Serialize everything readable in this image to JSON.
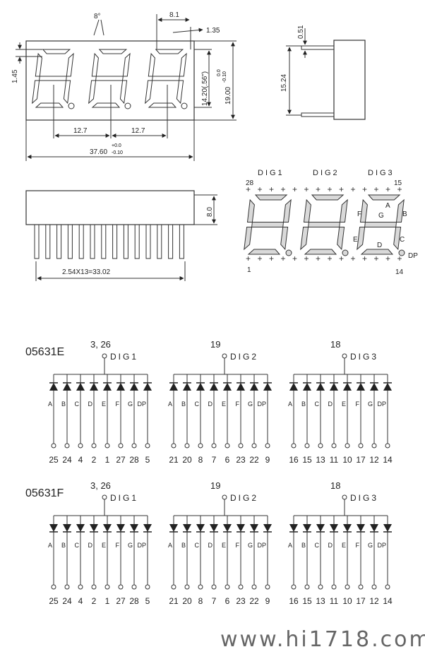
{
  "top_view": {
    "angle": "8°",
    "pitch_top": "8.1",
    "dp_offset": "1.35",
    "left_offset": "1.45",
    "digit_height": "14.20(.56\")",
    "height_tol_top": "0.0",
    "height_tol_bot": "-0.10",
    "total_height": "19.00",
    "pitch_1": "12.7",
    "pitch_2": "12.7",
    "width_tol_top": "+0.0",
    "total_width": "37.60",
    "width_tol_bot": "-0.10"
  },
  "side_view": {
    "thickness": "0.51",
    "height": "15.24"
  },
  "bottom_view": {
    "depth": "8.0",
    "pin_span": "2.54X13=33.02"
  },
  "pinout": {
    "digits": [
      "DIG1",
      "DIG2",
      "DIG3"
    ],
    "corner_tl": "28",
    "corner_tr": "15",
    "corner_bl": "1",
    "corner_br": "14",
    "seg_a": "A",
    "seg_b": "B",
    "seg_c": "C",
    "seg_d": "D",
    "seg_e": "E",
    "seg_f": "F",
    "seg_g": "G",
    "seg_dp": "DP"
  },
  "circuits": [
    {
      "part": "05631E",
      "groups": [
        {
          "common": "3, 26",
          "dig": "DIG1",
          "pins": [
            "25",
            "24",
            "4",
            "2",
            "1",
            "27",
            "28",
            "5"
          ]
        },
        {
          "common": "19",
          "dig": "DIG2",
          "pins": [
            "21",
            "20",
            "8",
            "7",
            "6",
            "23",
            "22",
            "9"
          ]
        },
        {
          "common": "18",
          "dig": "DIG3",
          "pins": [
            "16",
            "15",
            "13",
            "11",
            "10",
            "17",
            "12",
            "14"
          ]
        }
      ]
    },
    {
      "part": "05631F",
      "groups": [
        {
          "common": "3, 26",
          "dig": "DIG1",
          "pins": [
            "25",
            "24",
            "4",
            "2",
            "1",
            "27",
            "28",
            "5"
          ]
        },
        {
          "common": "19",
          "dig": "DIG2",
          "pins": [
            "21",
            "20",
            "8",
            "7",
            "6",
            "23",
            "22",
            "9"
          ]
        },
        {
          "common": "18",
          "dig": "DIG3",
          "pins": [
            "16",
            "15",
            "13",
            "11",
            "10",
            "17",
            "12",
            "14"
          ]
        }
      ]
    }
  ],
  "segment_names": [
    "A",
    "B",
    "C",
    "D",
    "E",
    "F",
    "G",
    "DP"
  ],
  "watermark": "www.hi1718.com"
}
